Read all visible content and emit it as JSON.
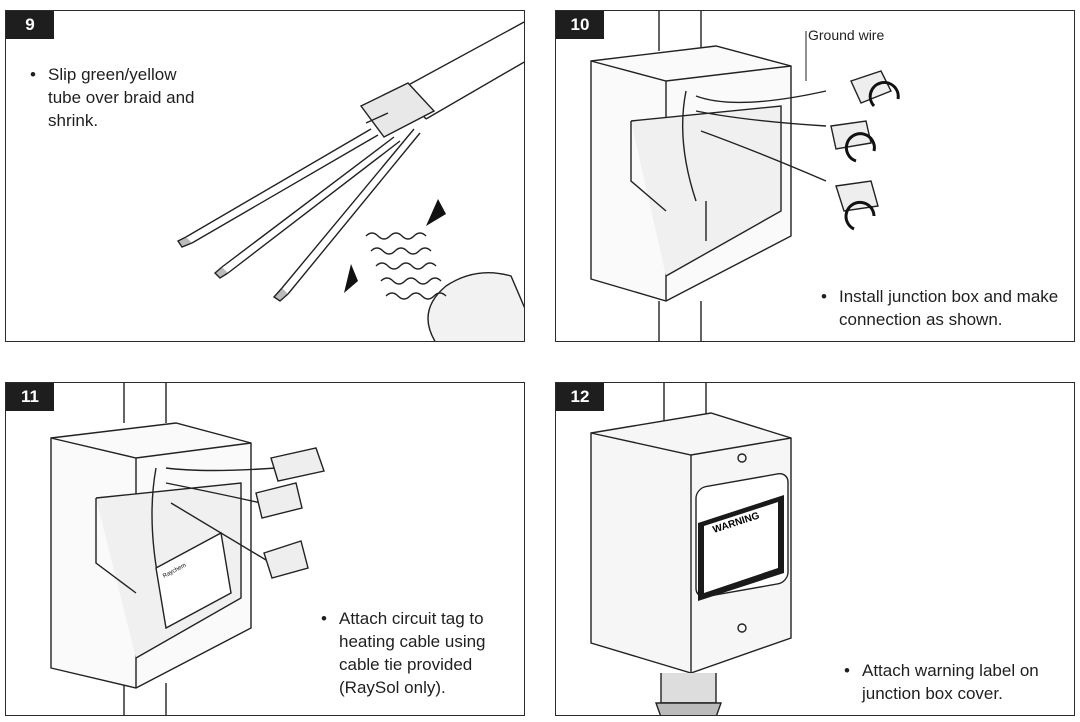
{
  "steps": [
    {
      "number": "9",
      "caption": "Slip green/yellow\ntube over braid and\nshrink."
    },
    {
      "number": "10",
      "caption": "Install junction box and make\nconnection as shown.",
      "callout": "Ground wire"
    },
    {
      "number": "11",
      "caption": "Attach circuit tag to\nheating cable using\ncable tie provided\n(RaySol only)."
    },
    {
      "number": "12",
      "caption": "Attach warning label on\njunction box cover."
    }
  ],
  "bullet": "•",
  "warning_label": {
    "heading": "WARNING"
  },
  "tag_brand": "Raychem"
}
